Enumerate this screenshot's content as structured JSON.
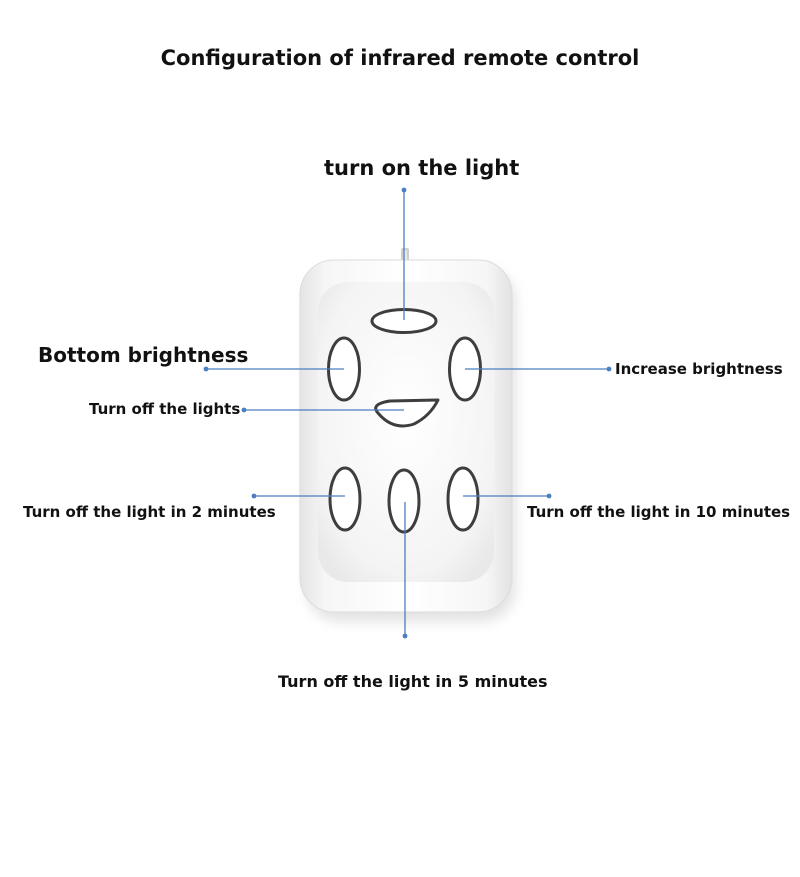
{
  "title": "Configuration of infrared remote control",
  "labels": {
    "turn_on": "turn on the light",
    "bottom_brightness": "Bottom brightness",
    "increase_brightness": "Increase brightness",
    "turn_off": "Turn off the lights",
    "off_2min": "Turn off the light in 2 minutes",
    "off_10min": "Turn off the light in 10 minutes",
    "off_5min": "Turn off the light in 5 minutes"
  },
  "colors": {
    "leader_line": "#4a7fc0",
    "remote_body": "#f1f1f1",
    "button_outline": "#4a4a4a"
  }
}
